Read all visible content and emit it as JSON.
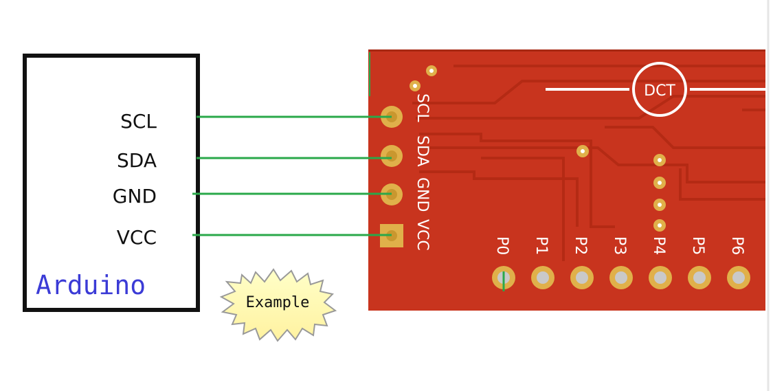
{
  "arduino": {
    "title": "Arduino",
    "pins": [
      "SCL",
      "SDA",
      "GND",
      "VCC"
    ]
  },
  "module": {
    "logo": "DCT",
    "header_labels": [
      "SCL",
      "SDA",
      "GND",
      "VCC"
    ],
    "ports": [
      "P0",
      "P1",
      "P2",
      "P3",
      "P4",
      "P5",
      "P6"
    ]
  },
  "badge": {
    "text": "Example"
  },
  "colors": {
    "wire": "#2aa84a",
    "pcb": "#c8341e",
    "pad": "#e0b04a",
    "arduino_text": "#3b3bd6"
  }
}
